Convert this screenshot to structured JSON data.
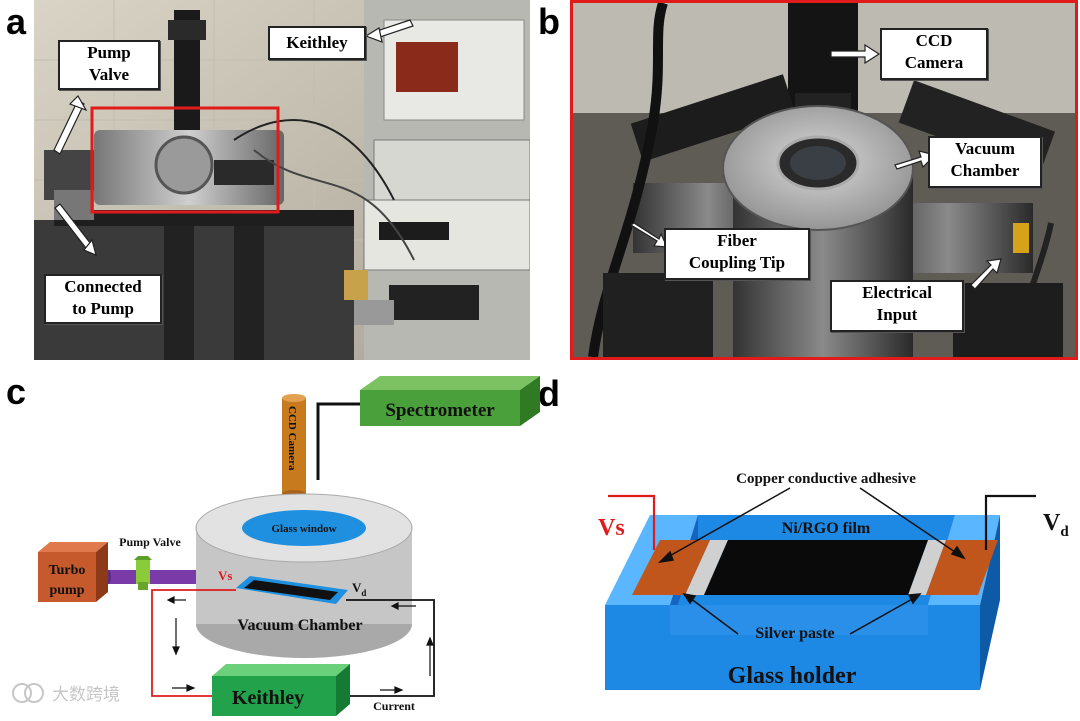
{
  "panels": {
    "a": "a",
    "b": "b",
    "c": "c",
    "d": "d"
  },
  "panel_a": {
    "labels": {
      "pump_valve": "Pump\nValve",
      "keithley": "Keithley",
      "connected_to_pump": "Connected\nto Pump"
    }
  },
  "panel_b": {
    "labels": {
      "ccd_camera": "CCD\nCamera",
      "vacuum_chamber": "Vacuum\nChamber",
      "fiber_coupling_tip": "Fiber\nCoupling Tip",
      "electrical_input": "Electrical\nInput"
    }
  },
  "panel_c": {
    "spectrometer": "Spectrometer",
    "ccd_camera": "CCD Camera",
    "glass_window": "Glass window",
    "pump_valve": "Pump Valve",
    "turbo_pump": "Turbo\npump",
    "vs": "Vs",
    "vd": "V",
    "vd_sub": "d",
    "vacuum_chamber": "Vacuum Chamber",
    "keithley": "Keithley",
    "current": "Current"
  },
  "panel_d": {
    "copper_conductive_adhesive": "Copper conductive adhesive",
    "film": "Ni/RGO film",
    "vs": "Vs",
    "vd": "V",
    "vd_sub": "d",
    "silver_paste": "Silver paste",
    "glass_holder": "Glass holder"
  },
  "watermark": "大数跨境",
  "colors": {
    "highlight_red": "#e01b1b",
    "spectrometer_green": "#4aa03a",
    "keithley_green": "#22a24a",
    "ccd_orange": "#c77a1e",
    "turbo_orange": "#c65a2c",
    "pipe_purple": "#7a3aa8",
    "glass_blue": "#1f8fe0",
    "holder_blue": "#1e88e5",
    "copper": "#c0561c"
  }
}
